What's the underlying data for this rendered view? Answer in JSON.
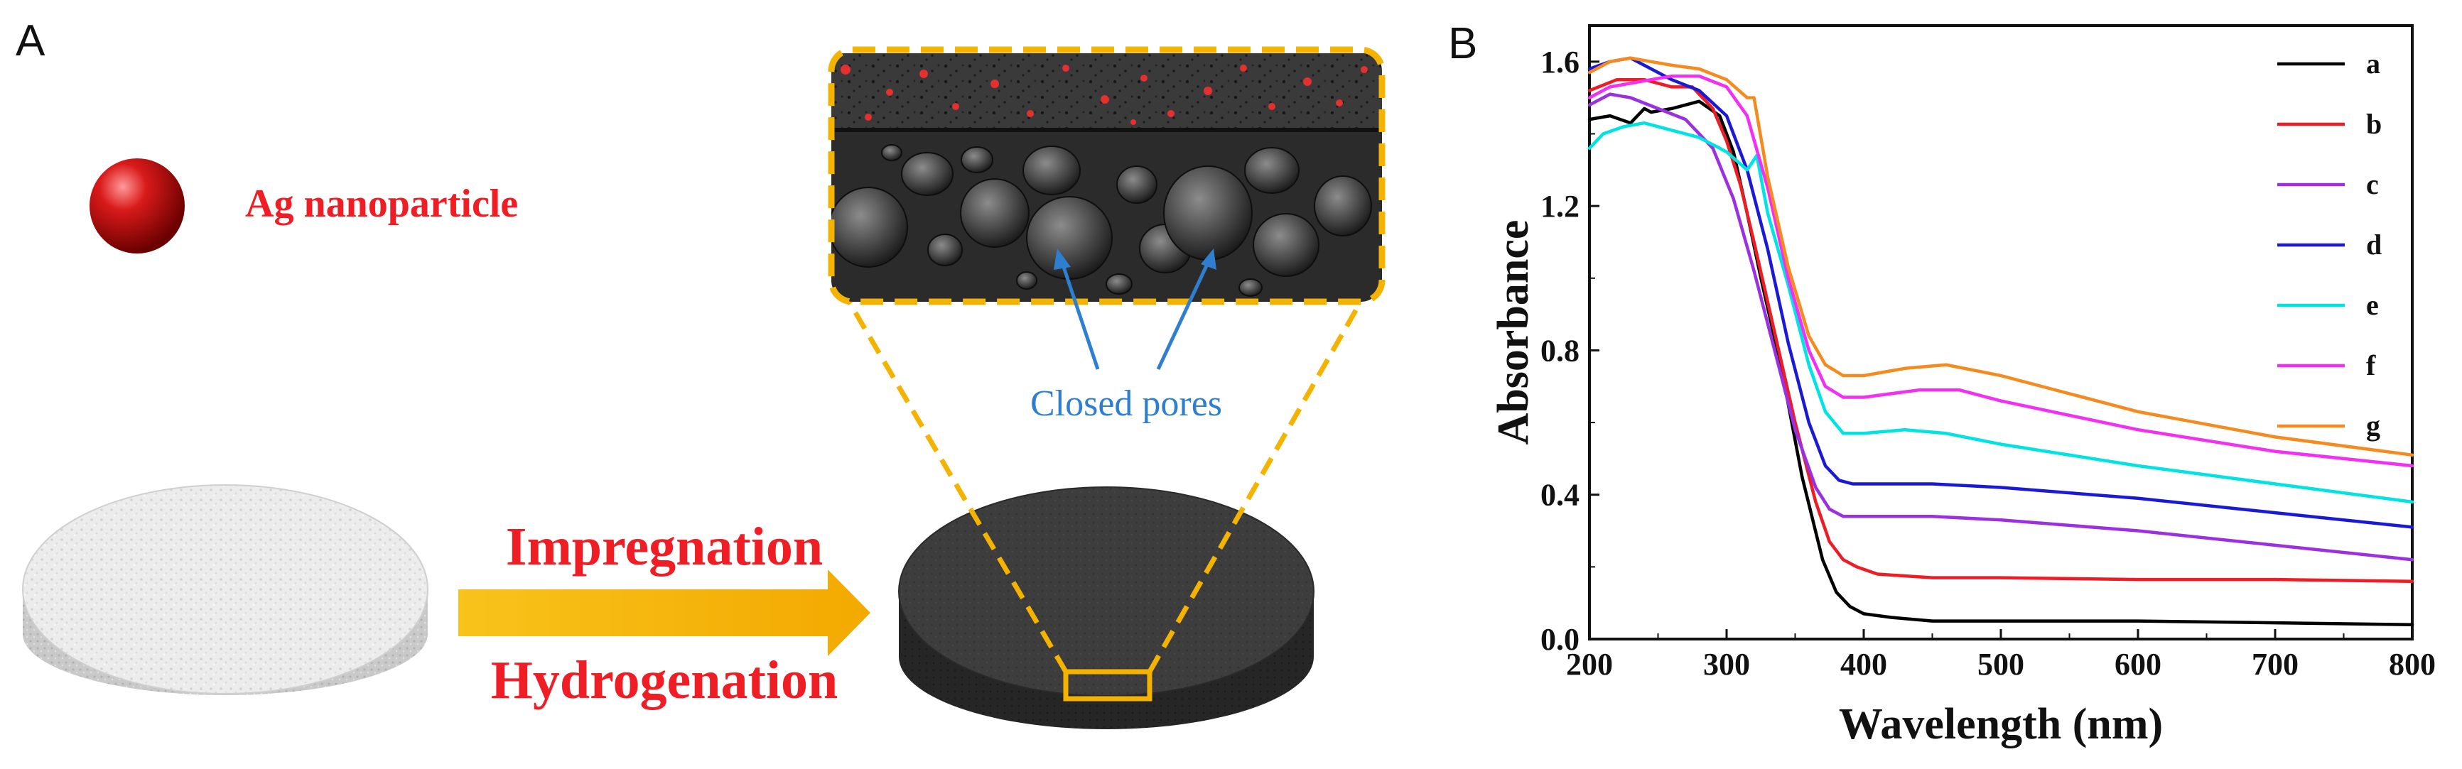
{
  "panel_a": {
    "letter": "A",
    "legend_label": "Ag  nanoparticle",
    "arrow_label_top": "Impregnation",
    "arrow_label_bottom": "Hydrogenation",
    "callout_label": "Closed pores",
    "colors": {
      "accent": "#f5b301",
      "label_red": "#ef1d24",
      "callout_blue": "#2f7fd1"
    }
  },
  "panel_b": {
    "letter": "B"
  },
  "chart_data": {
    "type": "line",
    "xlabel": "Wavelength (nm)",
    "ylabel": "Absorbance",
    "xlim": [
      200,
      800
    ],
    "ylim": [
      0,
      1.7
    ],
    "xticks": [
      200,
      300,
      400,
      500,
      600,
      700,
      800
    ],
    "yticks": [
      0.0,
      0.4,
      0.8,
      1.2,
      1.6
    ],
    "ytick_labels": [
      "0.0",
      "0.4",
      "0.8",
      "1.2",
      "1.6"
    ],
    "grid": false,
    "legend_position": "top-right",
    "series": [
      {
        "name": "a",
        "color": "#000000",
        "x": [
          200,
          215,
          230,
          240,
          245,
          260,
          280,
          295,
          305,
          315,
          325,
          340,
          355,
          370,
          380,
          390,
          400,
          420,
          450,
          500,
          600,
          700,
          800
        ],
        "y": [
          1.44,
          1.45,
          1.43,
          1.47,
          1.46,
          1.47,
          1.49,
          1.45,
          1.35,
          1.18,
          1.0,
          0.75,
          0.45,
          0.22,
          0.13,
          0.09,
          0.07,
          0.06,
          0.05,
          0.05,
          0.05,
          0.045,
          0.04
        ]
      },
      {
        "name": "b",
        "color": "#ee1c25",
        "x": [
          200,
          220,
          240,
          260,
          275,
          290,
          300,
          310,
          320,
          335,
          350,
          365,
          375,
          385,
          395,
          410,
          450,
          500,
          600,
          700,
          800
        ],
        "y": [
          1.52,
          1.55,
          1.55,
          1.53,
          1.53,
          1.47,
          1.38,
          1.26,
          1.1,
          0.85,
          0.6,
          0.38,
          0.27,
          0.22,
          0.2,
          0.18,
          0.17,
          0.17,
          0.165,
          0.165,
          0.16
        ]
      },
      {
        "name": "c",
        "color": "#9b30e0",
        "x": [
          200,
          215,
          230,
          250,
          270,
          290,
          305,
          320,
          335,
          350,
          365,
          375,
          385,
          400,
          450,
          500,
          600,
          700,
          800
        ],
        "y": [
          1.48,
          1.51,
          1.5,
          1.47,
          1.44,
          1.36,
          1.22,
          1.02,
          0.8,
          0.58,
          0.42,
          0.36,
          0.34,
          0.34,
          0.34,
          0.33,
          0.3,
          0.26,
          0.22
        ]
      },
      {
        "name": "d",
        "color": "#1a1ad6",
        "x": [
          200,
          215,
          230,
          245,
          260,
          280,
          300,
          315,
          330,
          345,
          360,
          372,
          382,
          392,
          405,
          450,
          500,
          600,
          700,
          800
        ],
        "y": [
          1.58,
          1.6,
          1.61,
          1.58,
          1.55,
          1.52,
          1.45,
          1.3,
          1.08,
          0.82,
          0.6,
          0.48,
          0.44,
          0.43,
          0.43,
          0.43,
          0.42,
          0.39,
          0.35,
          0.31
        ]
      },
      {
        "name": "e",
        "color": "#00e3e3",
        "x": [
          200,
          210,
          225,
          240,
          260,
          280,
          300,
          315,
          322,
          330,
          345,
          360,
          372,
          385,
          400,
          430,
          460,
          500,
          600,
          700,
          800
        ],
        "y": [
          1.36,
          1.4,
          1.42,
          1.43,
          1.41,
          1.39,
          1.35,
          1.3,
          1.34,
          1.18,
          0.98,
          0.76,
          0.63,
          0.57,
          0.57,
          0.58,
          0.57,
          0.54,
          0.48,
          0.43,
          0.38
        ]
      },
      {
        "name": "f",
        "color": "#f22ff2",
        "x": [
          200,
          215,
          230,
          245,
          260,
          280,
          300,
          315,
          330,
          345,
          360,
          372,
          385,
          400,
          440,
          470,
          500,
          600,
          700,
          800
        ],
        "y": [
          1.5,
          1.53,
          1.54,
          1.55,
          1.56,
          1.56,
          1.53,
          1.45,
          1.25,
          1.0,
          0.8,
          0.7,
          0.67,
          0.67,
          0.69,
          0.69,
          0.66,
          0.58,
          0.52,
          0.48
        ]
      },
      {
        "name": "g",
        "color": "#f58a1f",
        "x": [
          200,
          215,
          230,
          245,
          260,
          280,
          300,
          315,
          320,
          330,
          345,
          360,
          372,
          385,
          400,
          430,
          460,
          500,
          600,
          700,
          800
        ],
        "y": [
          1.57,
          1.6,
          1.61,
          1.6,
          1.59,
          1.58,
          1.55,
          1.5,
          1.5,
          1.28,
          1.03,
          0.84,
          0.76,
          0.73,
          0.73,
          0.75,
          0.76,
          0.73,
          0.63,
          0.56,
          0.51
        ]
      }
    ]
  }
}
